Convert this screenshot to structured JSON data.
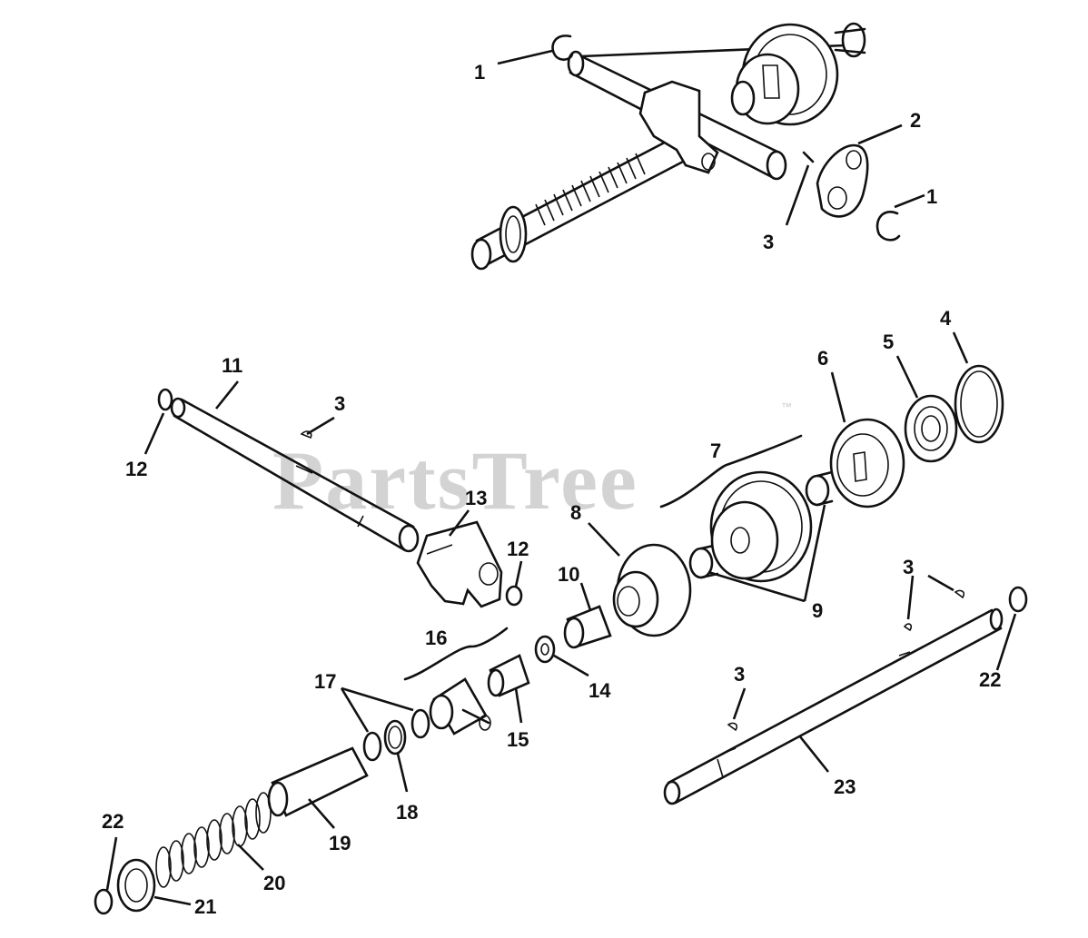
{
  "watermark": {
    "text": "PartsTree",
    "trademark": "™"
  },
  "callouts": [
    {
      "id": "c1a",
      "text": "1"
    },
    {
      "id": "c2",
      "text": "2"
    },
    {
      "id": "c1b",
      "text": "1"
    },
    {
      "id": "c3a",
      "text": "3"
    },
    {
      "id": "c11",
      "text": "11"
    },
    {
      "id": "c3b",
      "text": "3"
    },
    {
      "id": "c12a",
      "text": "12"
    },
    {
      "id": "c4",
      "text": "4"
    },
    {
      "id": "c5",
      "text": "5"
    },
    {
      "id": "c6",
      "text": "6"
    },
    {
      "id": "c7",
      "text": "7"
    },
    {
      "id": "c13",
      "text": "13"
    },
    {
      "id": "c8",
      "text": "8"
    },
    {
      "id": "c12b",
      "text": "12"
    },
    {
      "id": "c10",
      "text": "10"
    },
    {
      "id": "c9",
      "text": "9"
    },
    {
      "id": "c3c",
      "text": "3"
    },
    {
      "id": "c16",
      "text": "16"
    },
    {
      "id": "c22a",
      "text": "22"
    },
    {
      "id": "c14",
      "text": "14"
    },
    {
      "id": "c17",
      "text": "17"
    },
    {
      "id": "c3d",
      "text": "3"
    },
    {
      "id": "c15",
      "text": "15"
    },
    {
      "id": "c18",
      "text": "18"
    },
    {
      "id": "c23",
      "text": "23"
    },
    {
      "id": "c19",
      "text": "19"
    },
    {
      "id": "c22b",
      "text": "22"
    },
    {
      "id": "c20",
      "text": "20"
    },
    {
      "id": "c21",
      "text": "21"
    }
  ]
}
